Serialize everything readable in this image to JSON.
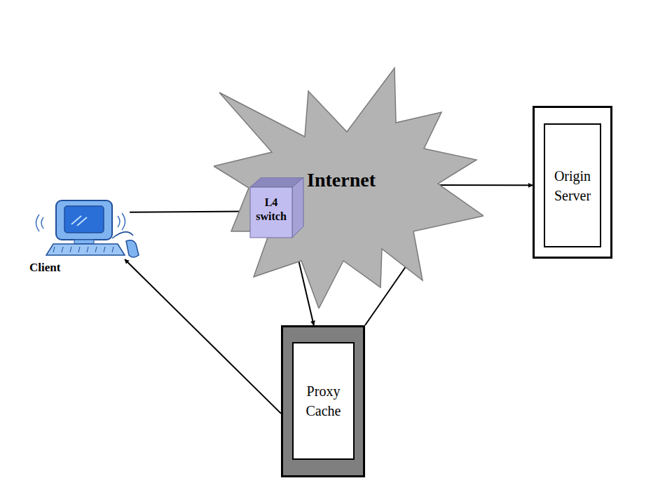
{
  "diagram": {
    "nodes": [
      {
        "text": [
          "Client"
        ]
      },
      {
        "text": [
          "Internet"
        ]
      },
      {
        "text": [
          "L4 switch"
        ],
        "in": 1
      },
      {
        "text": [
          "Origin Server"
        ]
      },
      {
        "text": [
          "Proxy Cache"
        ]
      }
    ],
    "edges": [
      {
        "from": 0,
        "to": 2,
        "arrow": "to"
      },
      {
        "from": 1,
        "to": 3,
        "arrow": "both"
      },
      {
        "from": 2,
        "to": 4,
        "arrow": "to"
      },
      {
        "from": 4,
        "to": 1,
        "arrow": "to"
      },
      {
        "from": 4,
        "to": 0,
        "arrow": "to"
      }
    ]
  }
}
